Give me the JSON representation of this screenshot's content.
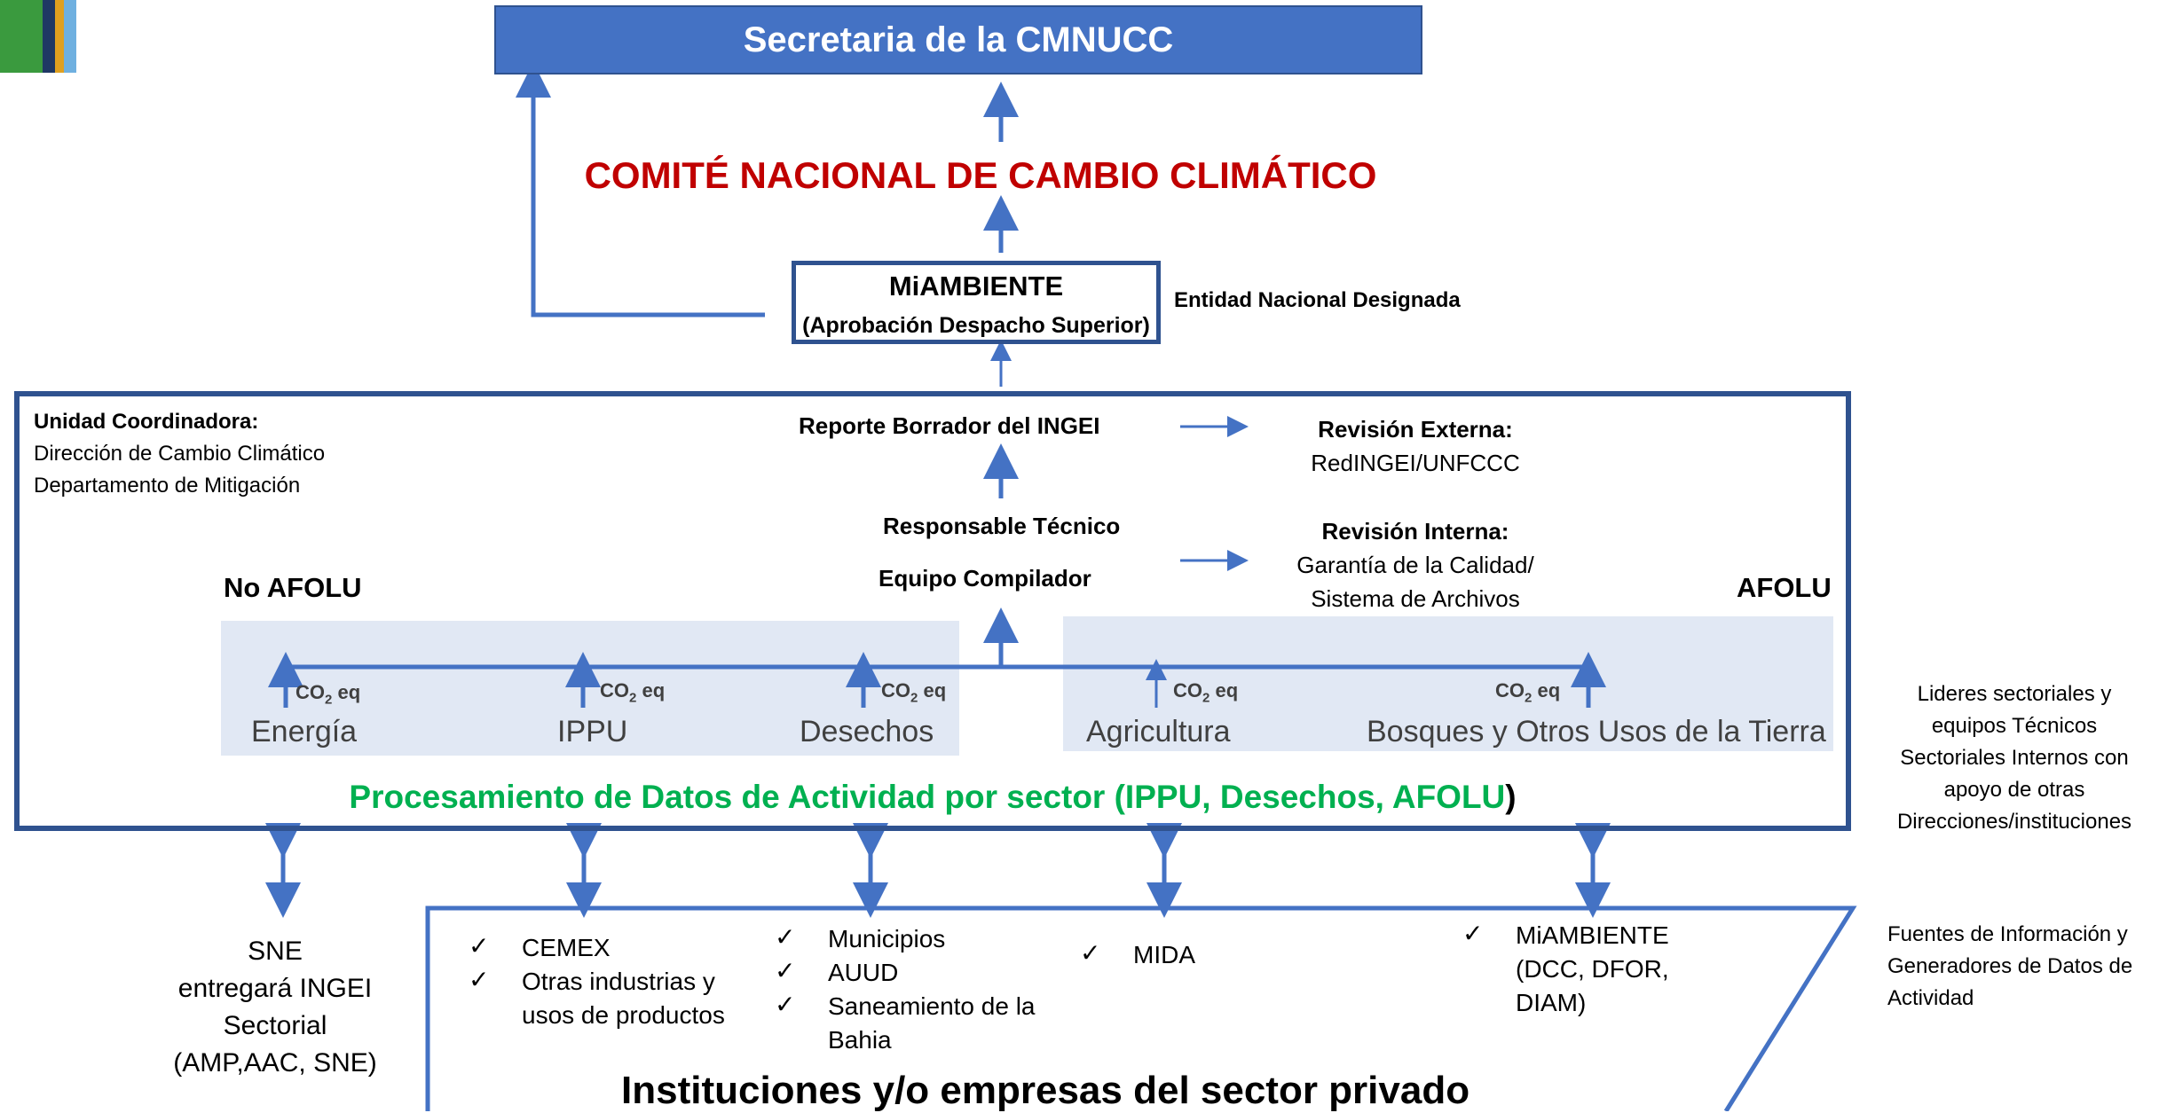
{
  "top": {
    "title": "Secretaria de la CMNUCC"
  },
  "committee": {
    "title": "COMITÉ NACIONAL DE CAMBIO CLIMÁTICO"
  },
  "miambiente": {
    "title": "MiAMBIENTE",
    "subtitle": "(Aprobación Despacho Superior)",
    "side_label": "Entidad Nacional Designada"
  },
  "coordinator": {
    "title": "Unidad Coordinadora:",
    "line1": "Dirección de Cambio Climático",
    "line2": "Departamento de Mitigación"
  },
  "center": {
    "draft_report": "Reporte Borrador del INGEI",
    "technical_lead": "Responsable Técnico",
    "compiler_team": "Equipo Compilador"
  },
  "review_external": {
    "title": "Revisión Externa:",
    "body": "RedINGEI/UNFCCC"
  },
  "review_internal": {
    "title": "Revisión Interna:",
    "line1": "Garantía de la Calidad/",
    "line2": "Sistema de Archivos"
  },
  "groups": {
    "no_afolu": "No AFOLU",
    "afolu": "AFOLU"
  },
  "co2_label": "CO",
  "co2_sub": "2",
  "co2_suffix": " eq",
  "sectors": [
    "Energía",
    "IPPU",
    "Desechos",
    "Agricultura",
    "Bosques y Otros Usos de la Tierra"
  ],
  "processing": {
    "text": "Procesamiento de Datos de Actividad por sector (IPPU, Desechos, AFOLU",
    "paren": ")"
  },
  "right_notes": {
    "leaders": [
      "Lideres sectoriales y",
      "equipos Técnicos",
      "Sectoriales Internos con",
      "apoyo de otras",
      "Direcciones/instituciones"
    ],
    "sources": [
      "Fuentes de Información y",
      "Generadores de Datos de",
      "Actividad"
    ]
  },
  "sne": {
    "lines": [
      "SNE",
      "entregará INGEI",
      "Sectorial",
      "(AMP,AAC, SNE)"
    ]
  },
  "checkmark": "✓",
  "institutions": {
    "col1": [
      "CEMEX",
      "Otras industrias y",
      "usos de productos"
    ],
    "col2": [
      "Municipios",
      "AUUD",
      "Saneamiento de la",
      "Bahia"
    ],
    "col3": [
      "MIDA"
    ],
    "col4": [
      "MiAMBIENTE",
      "(DCC, DFOR,",
      "DIAM)"
    ],
    "title": "Instituciones y/o empresas del sector privado"
  },
  "colors": {
    "primary_blue": "#4472c4",
    "dark_blue": "#2f528f",
    "committee_red": "#c00000",
    "processing_green": "#00b050",
    "panel_shade": "#e1e8f4"
  }
}
